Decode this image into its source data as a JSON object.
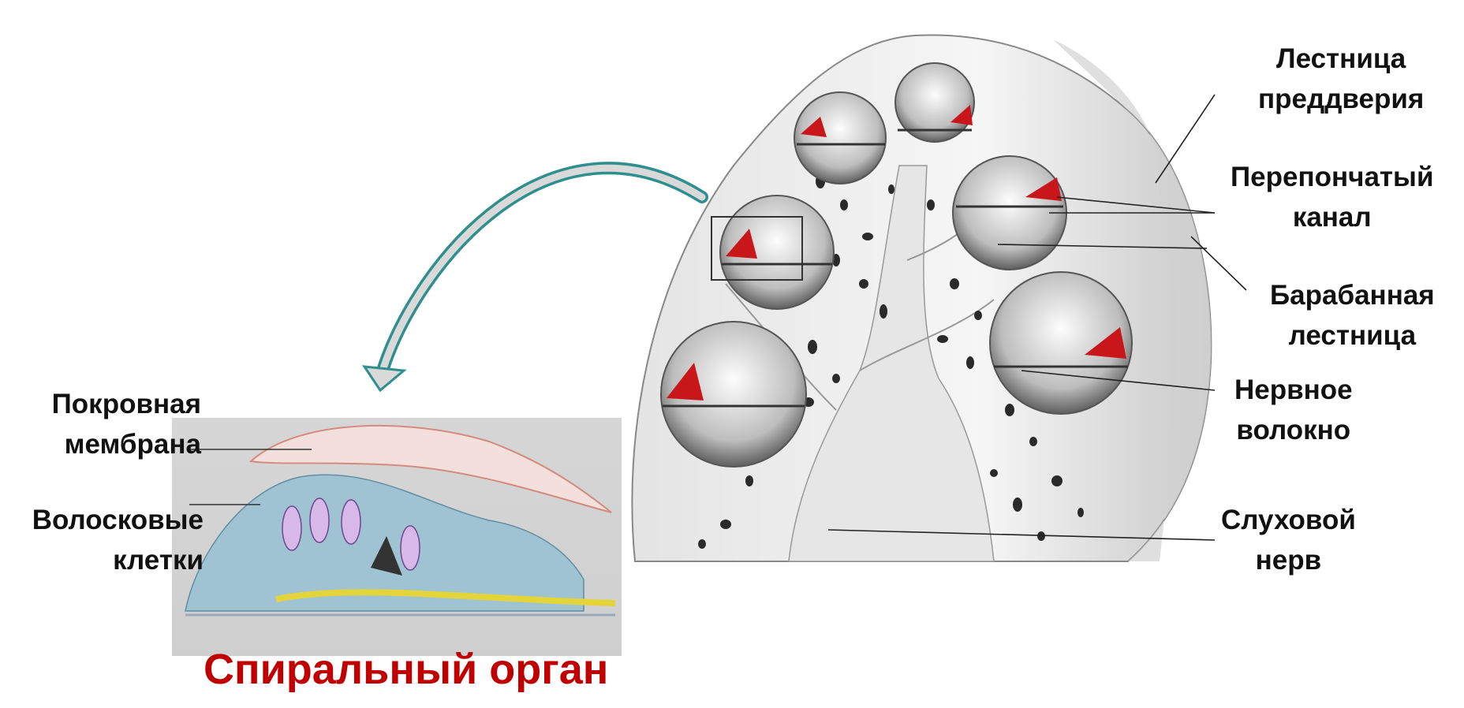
{
  "labels": {
    "scala_vestibuli": {
      "line1": "Лестница",
      "line2": "преддверия"
    },
    "membranous_canal": {
      "line1": "Перепончатый",
      "line2": "канал"
    },
    "scala_tympani": {
      "line1": "Барабанная",
      "line2": "лестница"
    },
    "nerve_fiber": {
      "line1": "Нервное",
      "line2": "волокно"
    },
    "auditory_nerve": {
      "line1": "Слуховой",
      "line2": "нерв"
    },
    "tectorial_membrane": {
      "line1": "Покровная",
      "line2": "мембрана"
    },
    "hair_cells": {
      "line1": "Волосковые",
      "line2": "клетки"
    }
  },
  "caption": "Спиральный орган",
  "colors": {
    "caption": "#c00000",
    "arrow": "#2f8f8f",
    "inset_bg": "#d3d3d3",
    "red_tissue": "#c8161b"
  }
}
